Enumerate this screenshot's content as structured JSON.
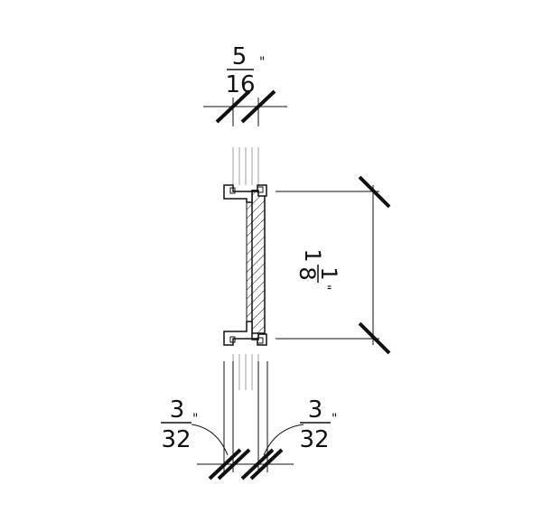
{
  "dimensions": {
    "top": {
      "numerator": "5",
      "denominator": "16",
      "unit": "\""
    },
    "right": {
      "whole": "1",
      "numerator": "1",
      "denominator": "8",
      "unit": "\""
    },
    "bottom_left": {
      "numerator": "3",
      "denominator": "32",
      "unit": "\""
    },
    "bottom_right": {
      "numerator": "3",
      "denominator": "32",
      "unit": "\""
    }
  },
  "colors": {
    "line": "#111111",
    "thin": "#8a8a8a",
    "background": "#ffffff"
  }
}
